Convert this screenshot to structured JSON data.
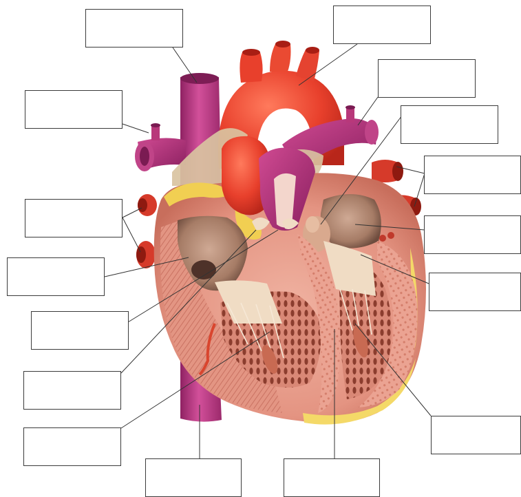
{
  "diagram": {
    "subject": "heart-internal-anatomy",
    "colors": {
      "aorta": "#e8402c",
      "aorta_dark": "#b8261a",
      "vena_cava": "#c53a86",
      "vena_cava_dark": "#8f2263",
      "pulmonary_artery": "#b8387a",
      "myocardium": "#e9a08f",
      "myocardium_dark": "#c86e5c",
      "muscle_stripes": "#d98a78",
      "fat": "#f1cf52",
      "chamber": "#b9907a",
      "chamber_shadow": "#7c5848",
      "valve": "#f0dcc4",
      "pulmonary_vein": "#d63a2a",
      "leader_line": "#333333",
      "box_border": "#3a3a3a"
    },
    "labels": [
      {
        "id": "box-1",
        "text": ""
      },
      {
        "id": "box-2",
        "text": ""
      },
      {
        "id": "box-3",
        "text": ""
      },
      {
        "id": "box-4",
        "text": ""
      },
      {
        "id": "box-5",
        "text": ""
      },
      {
        "id": "box-6",
        "text": ""
      },
      {
        "id": "box-7",
        "text": ""
      },
      {
        "id": "box-8",
        "text": ""
      },
      {
        "id": "box-9",
        "text": ""
      },
      {
        "id": "box-10",
        "text": ""
      },
      {
        "id": "box-11",
        "text": ""
      },
      {
        "id": "box-12",
        "text": ""
      },
      {
        "id": "box-13",
        "text": ""
      },
      {
        "id": "box-14",
        "text": ""
      },
      {
        "id": "box-15",
        "text": ""
      },
      {
        "id": "box-16",
        "text": ""
      }
    ]
  }
}
